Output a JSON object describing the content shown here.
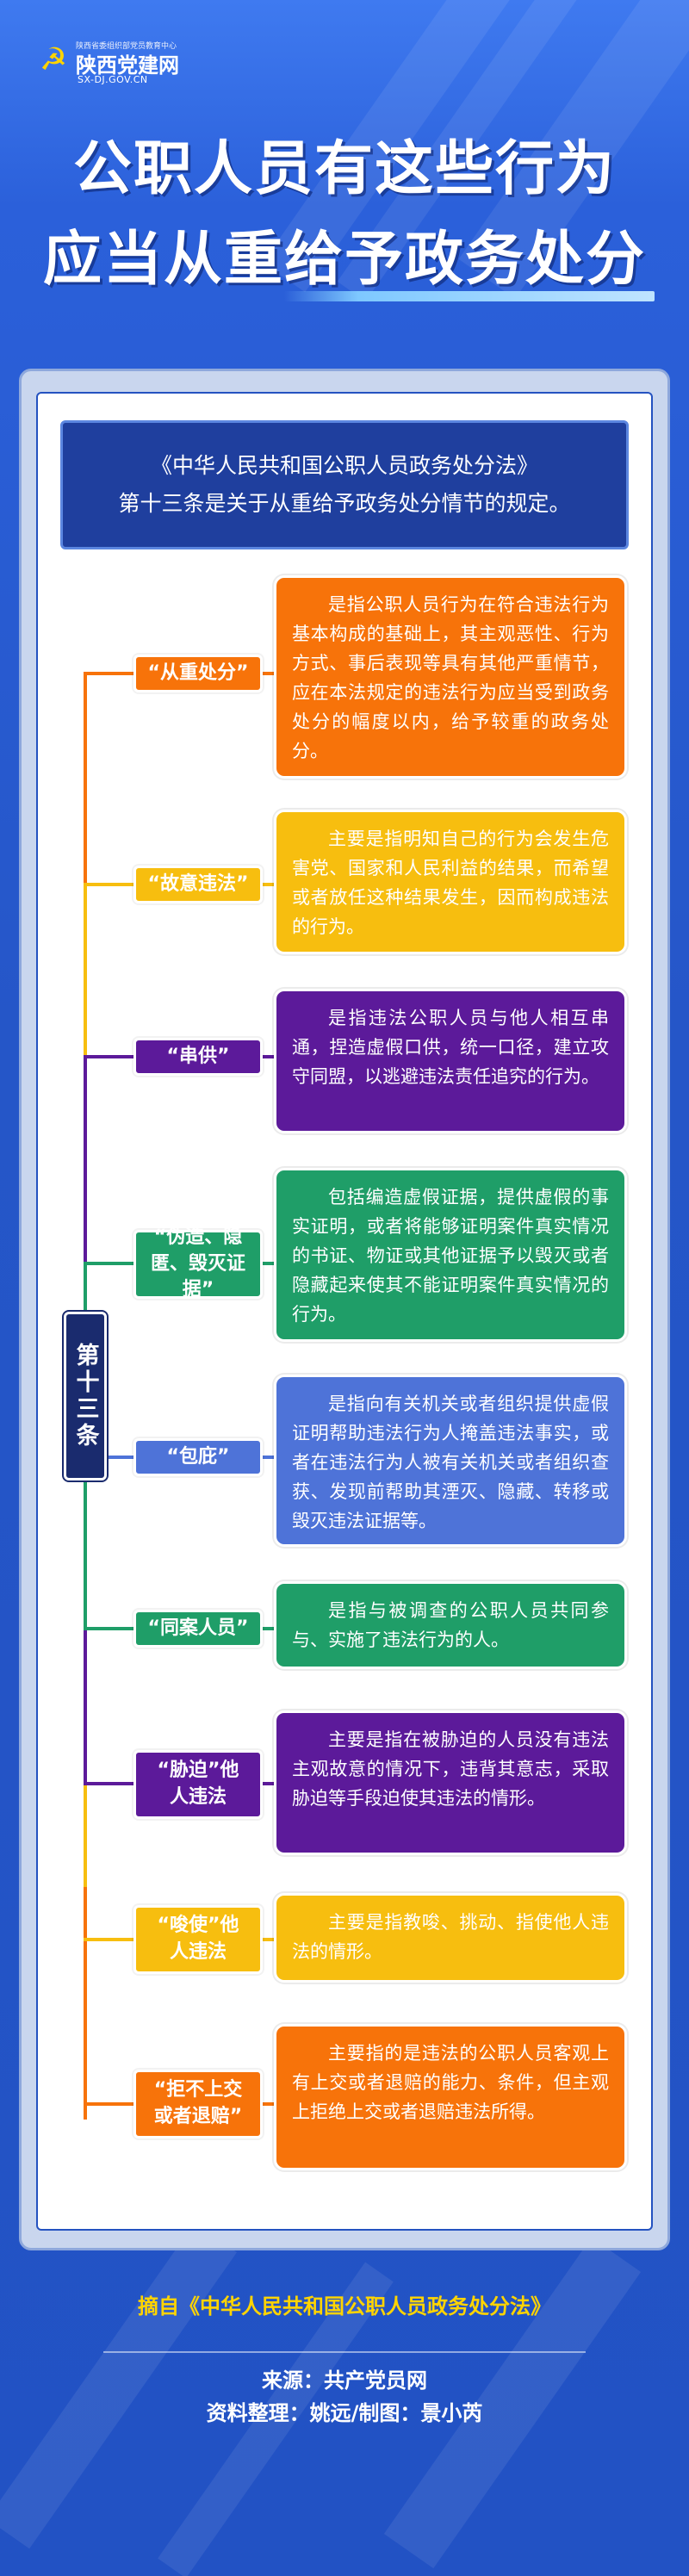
{
  "logo": {
    "small_text": "陕西省委组织部党员教育中心",
    "name": "陕西党建网",
    "url": "SX-DJ.GOV.CN",
    "emblem": "party-emblem"
  },
  "title": {
    "line1": "公职人员有这些行为",
    "line2": "应当从重给予政务处分"
  },
  "intro": {
    "line1": "《中华人民共和国公职人员政务处分法》",
    "line2": "第十三条是关于从重给予政务处分情节的规定。"
  },
  "article_label": "第十三条",
  "colors": {
    "orange": "#f7730a",
    "yellow": "#f7be0f",
    "purple": "#5c1a9a",
    "green": "#1f9e68",
    "blue": "#4e73d8",
    "navy": "#1a2b6e"
  },
  "items": [
    {
      "term": "“从重处分”",
      "desc": "是指公职人员行为在符合违法行为基本构成的基础上，其主观恶性、行为方式、事后表现等具有其他严重情节，应在本法规定的违法行为应当受到政务处分的幅度以内，给予较重的政务处分。"
    },
    {
      "term": "“故意违法”",
      "desc": "主要是指明知自己的行为会发生危害党、国家和人民利益的结果，而希望或者放任这种结果发生，因而构成违法的行为。"
    },
    {
      "term": "“串供”",
      "desc": "是指违法公职人员与他人相互串通，捏造虚假口供，统一口径，建立攻守同盟，以逃避违法责任追究的行为。"
    },
    {
      "term": "“伪造、隐匿、毁灭证据”",
      "desc": "包括编造虚假证据，提供虚假的事实证明，或者将能够证明案件真实情况的书证、物证或其他证据予以毁灭或者隐藏起来使其不能证明案件真实情况的行为。"
    },
    {
      "term": "“包庇”",
      "desc": "是指向有关机关或者组织提供虚假证明帮助违法行为人掩盖违法事实，或者在违法行为人被有关机关或者组织查获、发现前帮助其湮灭、隐藏、转移或毁灭违法证据等。"
    },
    {
      "term": "“同案人员”",
      "desc": "是指与被调查的公职人员共同参与、实施了违法行为的人。"
    },
    {
      "term": "“胁迫”他人违法",
      "desc": "主要是指在被胁迫的人员没有违法主观故意的情况下，违背其意志，采取胁迫等手段迫使其违法的情形。"
    },
    {
      "term": "“唆使”他人违法",
      "desc": "主要是指教唆、挑动、指使他人违法的情形。"
    },
    {
      "term": "“拒不上交或者退赔”",
      "desc": "主要指的是违法的公职人员客观上有上交或者退赔的能力、条件，但主观上拒绝上交或者退赔违法所得。"
    }
  ],
  "footer": {
    "excerpt": "摘自《中华人民共和国公职人员政务处分法》",
    "source": "来源：共产党员网",
    "credit": "资料整理：姚远/制图：景小芮"
  }
}
